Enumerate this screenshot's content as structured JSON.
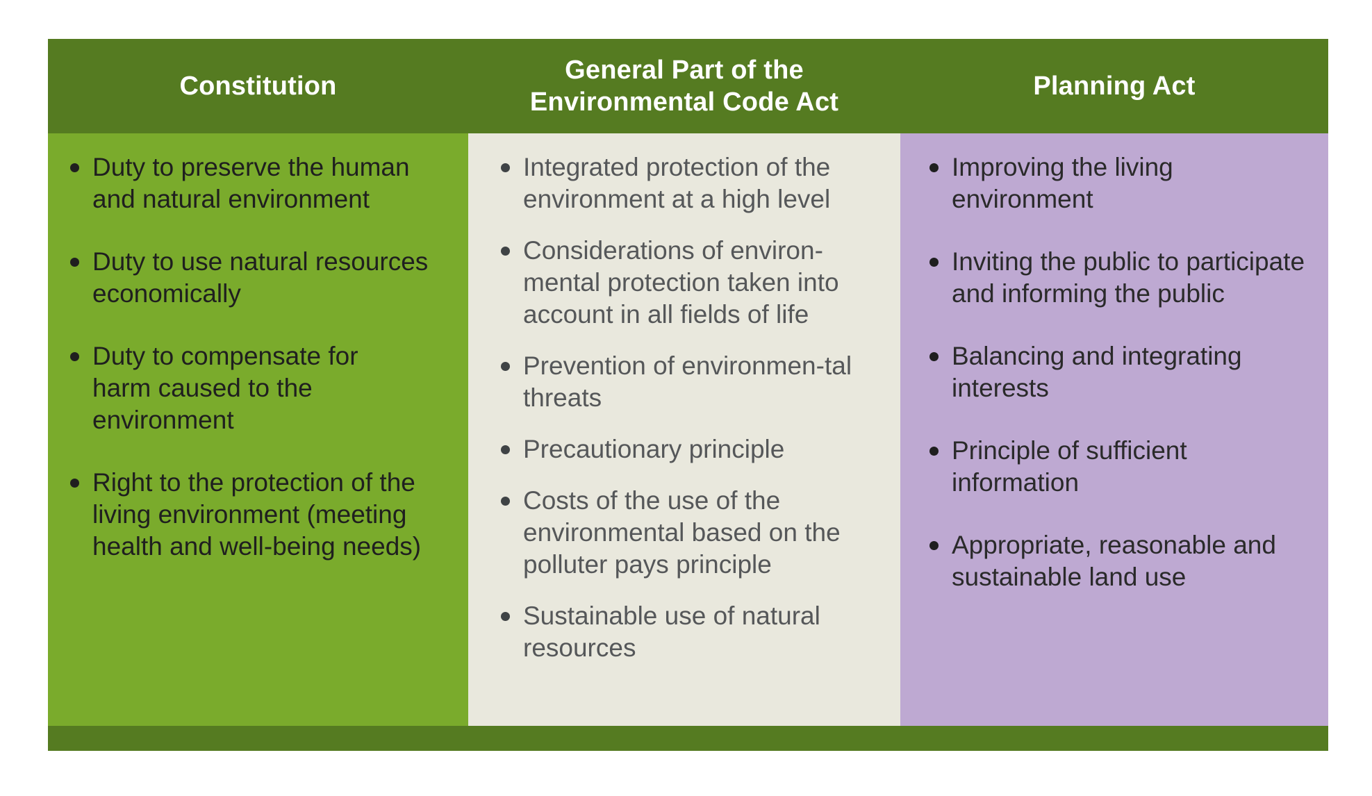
{
  "columns": [
    {
      "title": "Constitution",
      "items": [
        "Duty to preserve the human and natural environment",
        "Duty to use natural resources economically",
        "Duty to compensate for harm caused to the environment",
        "Right to the protection of the living environment (meeting health and well-being needs)"
      ]
    },
    {
      "title": "General Part of the Environmental Code Act",
      "items": [
        "Integrated protection of the environment at a high level",
        "Considerations of environ-mental protection taken into account in all fields of life",
        "Prevention of environmen-tal threats",
        "Precautionary principle",
        "Costs of the use of the environmental based on the polluter pays principle",
        "Sustainable use of natural resources"
      ]
    },
    {
      "title": "Planning Act",
      "items": [
        "Improving the living environment",
        "Inviting the public to participate and informing the public",
        "Balancing and integrating interests",
        "Principle of sufficient information",
        "Appropriate, reasonable and sustainable land use"
      ]
    }
  ],
  "colors": {
    "header": "#557b21",
    "col1": "#7aab2c",
    "col2": "#e9e8dd",
    "col3": "#bea9d2"
  }
}
